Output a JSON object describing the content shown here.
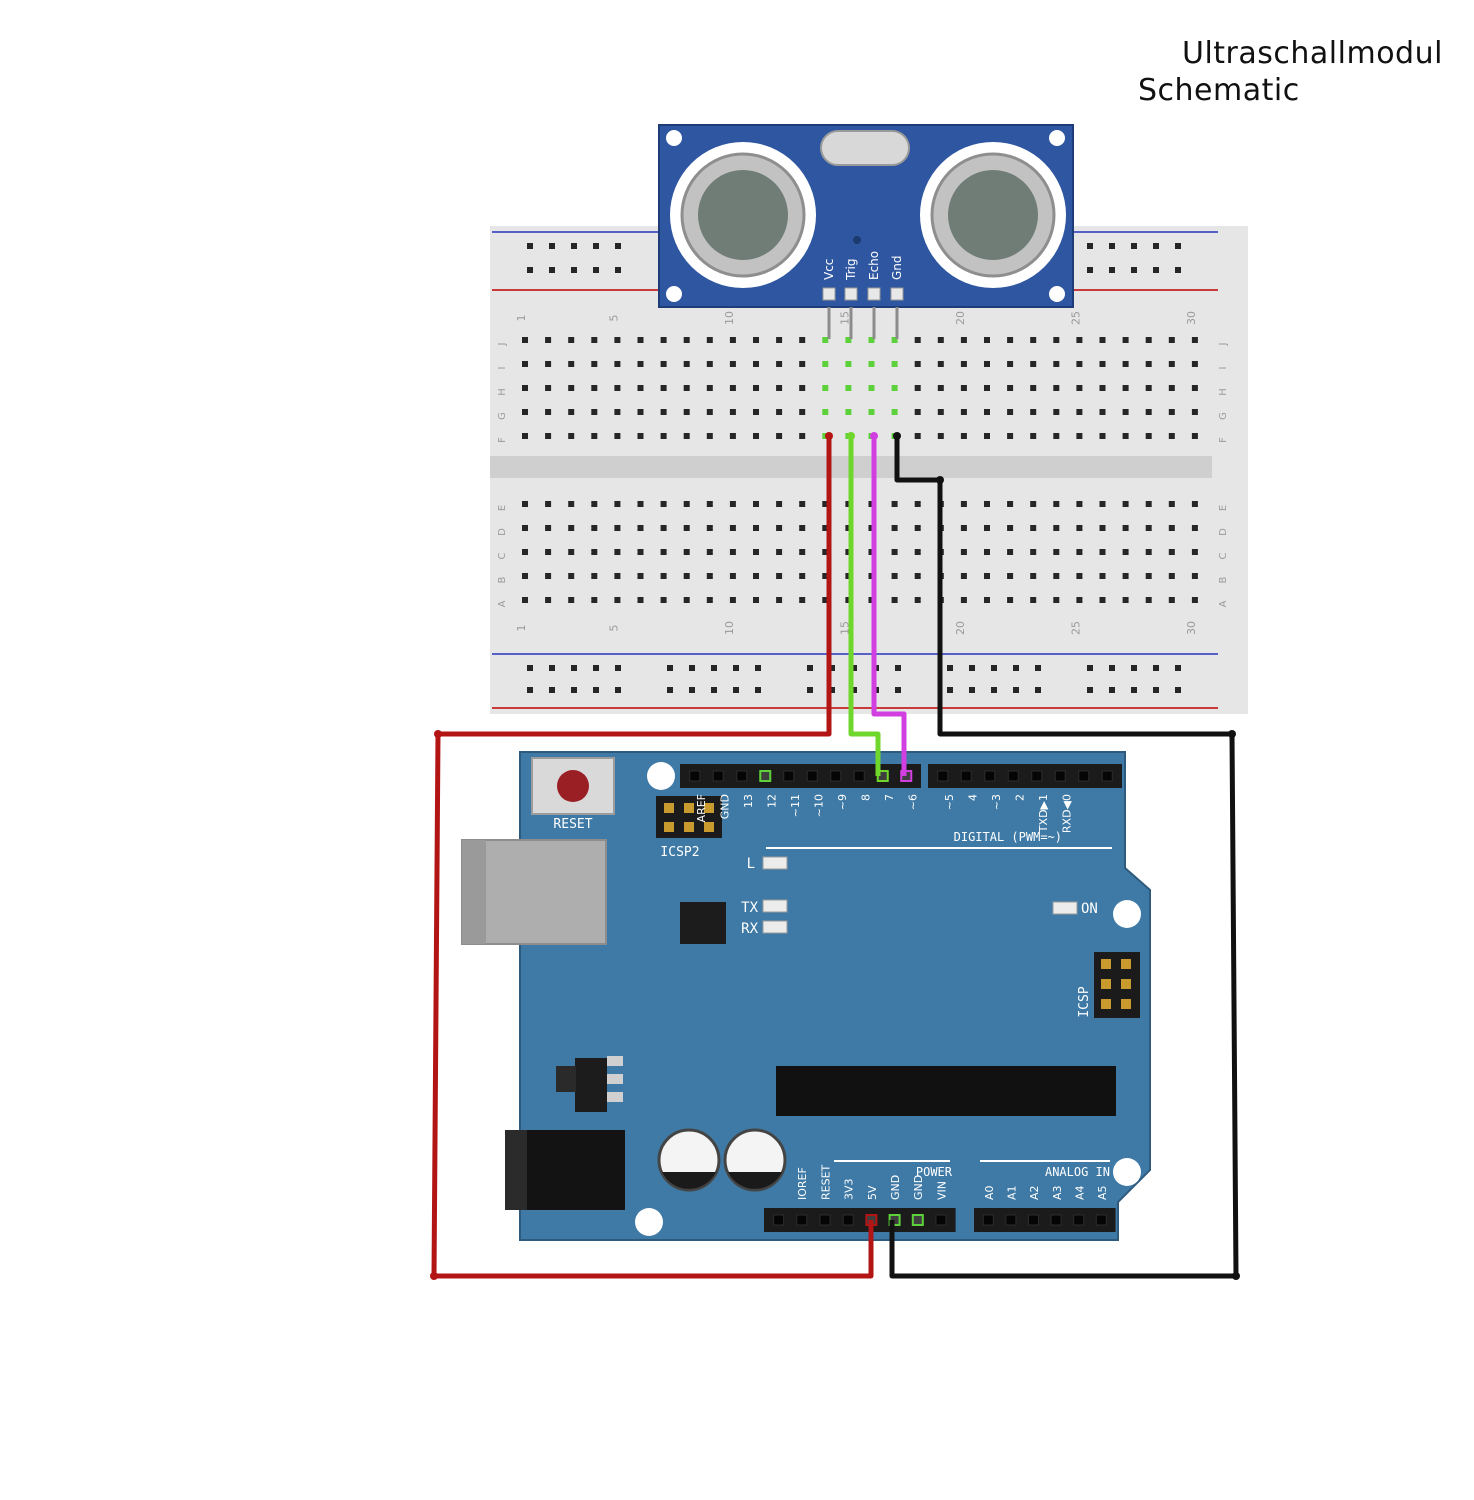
{
  "title": {
    "line1": "Ultraschallmodul",
    "line2": "Schematic"
  },
  "sensor": {
    "pins": [
      "Vcc",
      "Trig",
      "Echo",
      "Gnd"
    ]
  },
  "breadboard": {
    "row_letters_top": [
      "J",
      "I",
      "H",
      "G",
      "F"
    ],
    "row_letters_bottom": [
      "E",
      "D",
      "C",
      "B",
      "A"
    ],
    "column_numbers": [
      "1",
      "5",
      "10",
      "15",
      "20",
      "25",
      "30"
    ]
  },
  "arduino": {
    "reset_label": "RESET",
    "icsp2_label": "ICSP2",
    "icsp_label": "ICSP",
    "led_l_label": "L",
    "led_tx_label": "TX",
    "led_rx_label": "RX",
    "on_label": "ON",
    "digital_label": "DIGITAL (PWM=~)",
    "digital_pins": [
      "AREF",
      "GND",
      "13",
      "12",
      "~11",
      "~10",
      "~9",
      "8",
      "7",
      "~6",
      "~5",
      "4",
      "~3",
      "2",
      "TXD▶1",
      "RXD◀0"
    ],
    "power_label": "POWER",
    "power_pins": [
      "IOREF",
      "RESET",
      "3V3",
      "5V",
      "GND",
      "GND",
      "VIN"
    ],
    "analog_label": "ANALOG IN",
    "analog_pins": [
      "A0",
      "A1",
      "A2",
      "A3",
      "A4",
      "A5"
    ]
  },
  "colors": {
    "vcc_wire": "#b31414",
    "trig_wire": "#6fd62c",
    "echo_wire": "#d23fe0",
    "gnd_wire": "#111111",
    "board": "#3f7aa6",
    "sensor": "#2f56a0",
    "breadboard": "#e6e6e6"
  }
}
